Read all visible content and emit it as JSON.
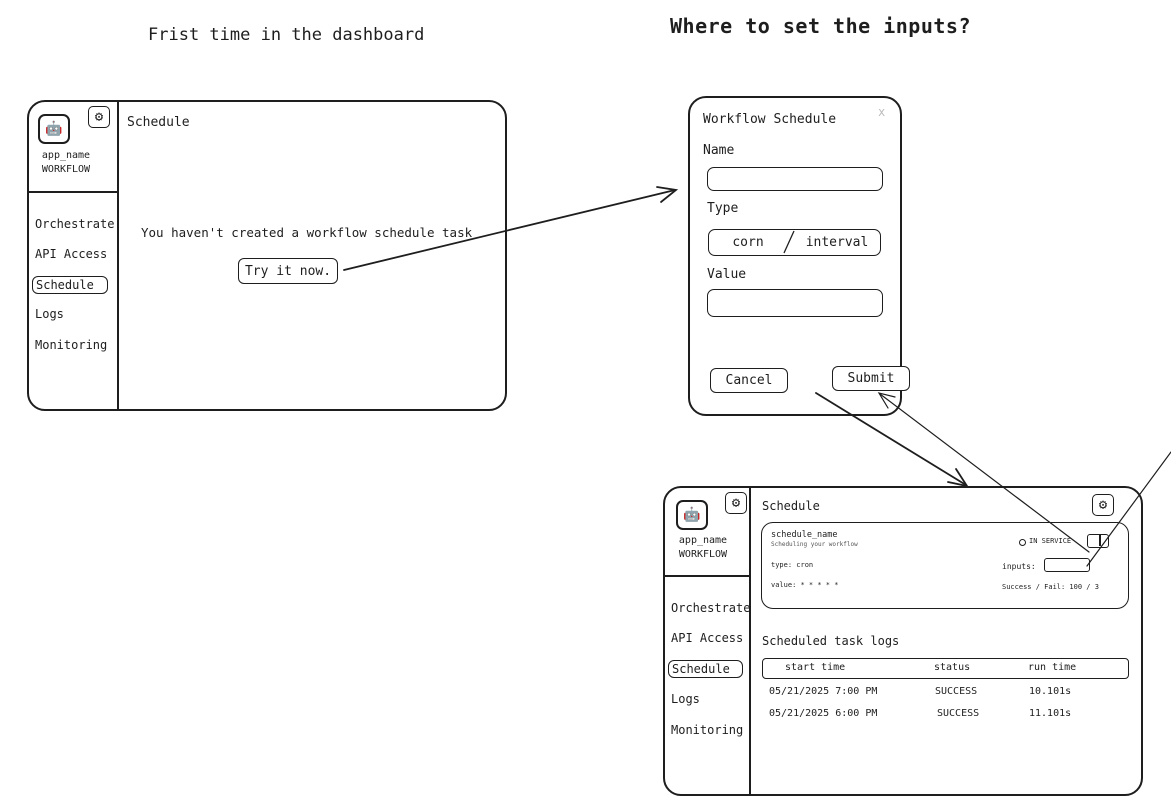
{
  "captions": {
    "left": "Frist time in the dashboard",
    "right": "Where to set the inputs?"
  },
  "sidebar": {
    "app_name": "app_name",
    "app_type": "WORKFLOW",
    "items": [
      "Orchestrate",
      "API Access",
      "Schedule",
      "Logs",
      "Monitoring"
    ],
    "active": "Schedule"
  },
  "empty_state": {
    "page_title": "Schedule",
    "message": "You haven't created a workflow schedule task",
    "cta_label": "Try it now."
  },
  "modal": {
    "title": "Workflow Schedule",
    "close_label": "x",
    "name_label": "Name",
    "name_value": "",
    "type_label": "Type",
    "type_options": [
      "corn",
      "interval"
    ],
    "value_label": "Value",
    "value_value": "",
    "cancel_label": "Cancel",
    "submit_label": "Submit"
  },
  "schedule_page": {
    "page_title": "Schedule",
    "card": {
      "name": "schedule_name",
      "subtitle": "Scheduling your workflow",
      "type_text": "type: cron",
      "value_text": "value: * * * * *",
      "status": "IN SERVICE",
      "inputs_label": "inputs:",
      "inputs_value": "",
      "stats": "Success / Fail: 100 / 3"
    },
    "logs_title": "Scheduled task logs",
    "columns": [
      "start time",
      "status",
      "run time"
    ],
    "rows": [
      [
        "05/21/2025 7:00 PM",
        "SUCCESS",
        "10.101s"
      ],
      [
        "05/21/2025 6:00 PM",
        "SUCCESS",
        "11.101s"
      ]
    ]
  },
  "icons": {
    "logo": "robot-logo-icon",
    "gear": "gear-icon",
    "close": "close-icon",
    "status_dot": "status-dot-icon",
    "toggle": "toggle-icon"
  }
}
